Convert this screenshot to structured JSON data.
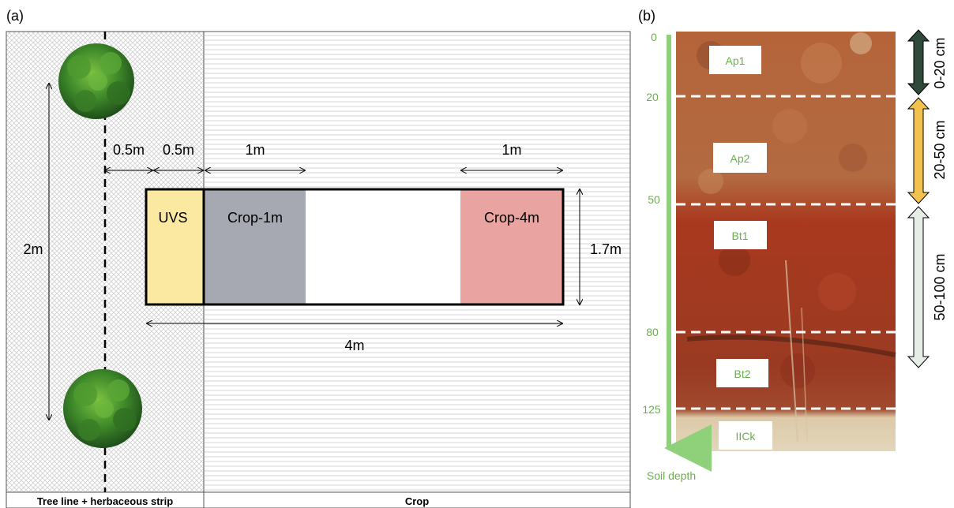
{
  "panel_a": {
    "label": "(a)",
    "strip_caption": "Tree line + herbaceous strip",
    "crop_caption": "Crop",
    "boxes": {
      "uvs": "UVS",
      "crop1m": "Crop-1m",
      "crop4m": "Crop-4m"
    },
    "dimensions": {
      "tree_spacing": "2m",
      "offset_left": "0.5m",
      "offset_right": "0.5m",
      "crop1m_width": "1m",
      "crop4m_width": "1m",
      "plot_height": "1.7m",
      "plot_length": "4m"
    },
    "colors": {
      "uvs": "#fbe9a1",
      "crop1m": "#a6a9b1",
      "crop4m": "#e9a3a0"
    }
  },
  "panel_b": {
    "label": "(b)",
    "depth_axis_label": "Soil depth",
    "depth_ticks": [
      "0",
      "20",
      "50",
      "80",
      "125"
    ],
    "horizons": [
      "Ap1",
      "Ap2",
      "Bt1",
      "Bt2",
      "IICk"
    ],
    "layers": [
      {
        "label": "0-20 cm",
        "color": "#2f4a3a"
      },
      {
        "label": "20-50 cm",
        "color": "#f2c14e"
      },
      {
        "label": "50-100 cm",
        "color": "#e6ece6"
      }
    ],
    "colors": {
      "axis": "#8fd07a",
      "soil_top": "#a5542c",
      "soil_mid": "#a9391f",
      "soil_deep": "#9a3a22",
      "soil_base": "#dcc9a8"
    }
  }
}
